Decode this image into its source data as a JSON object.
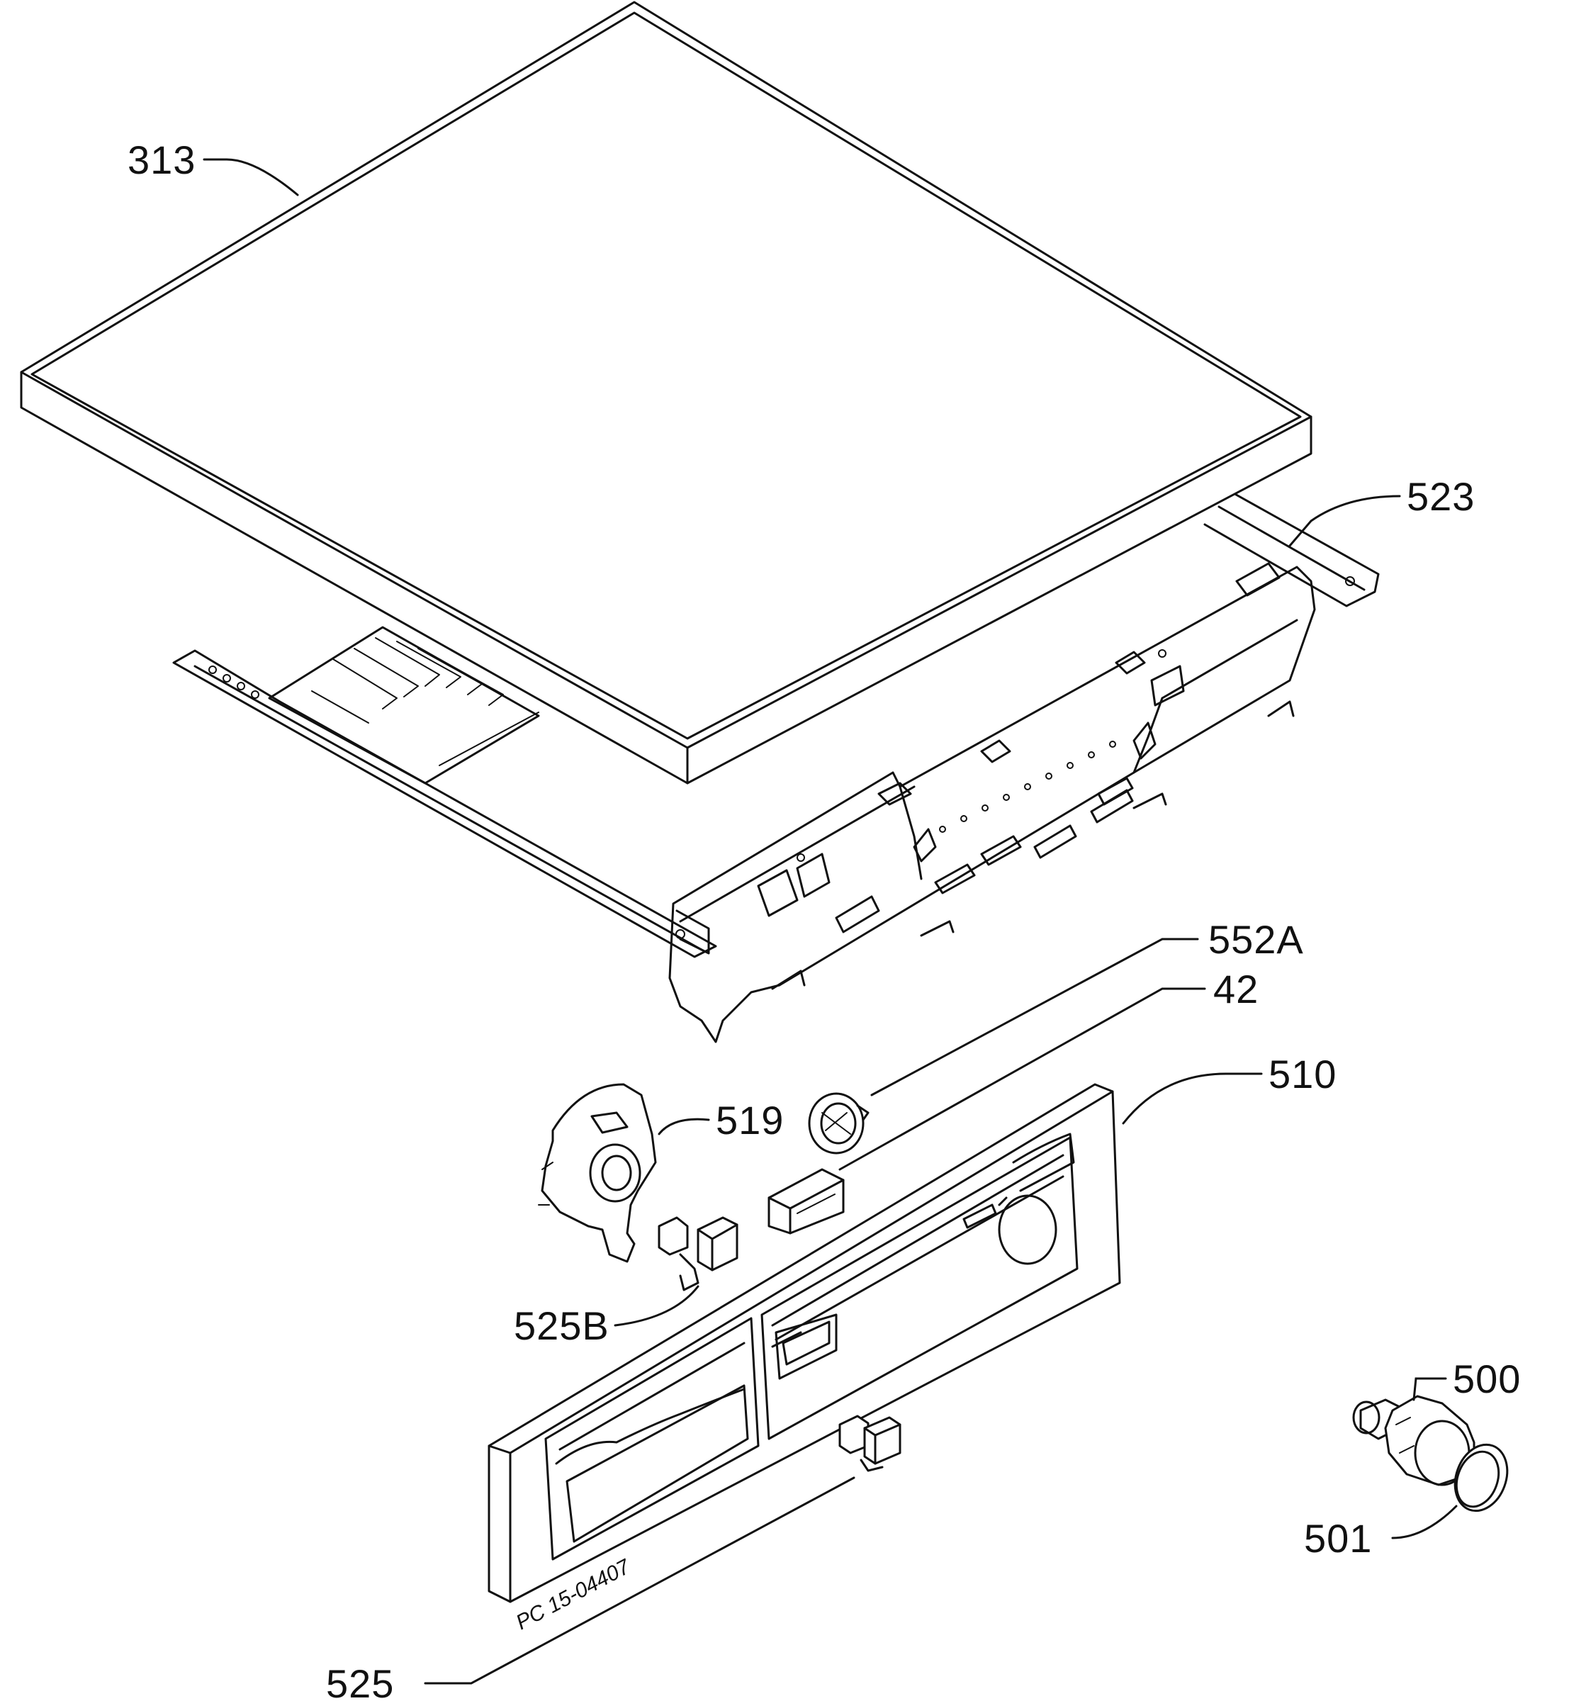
{
  "labels": {
    "p313": "313",
    "p523": "523",
    "p552a": "552A",
    "p42": "42",
    "p510": "510",
    "p519": "519",
    "p525b": "525B",
    "p500": "500",
    "p501": "501",
    "p525": "525"
  },
  "drawing_code": "PC 15-04407",
  "colors": {
    "ink": "#111111",
    "paper": "#ffffff"
  }
}
